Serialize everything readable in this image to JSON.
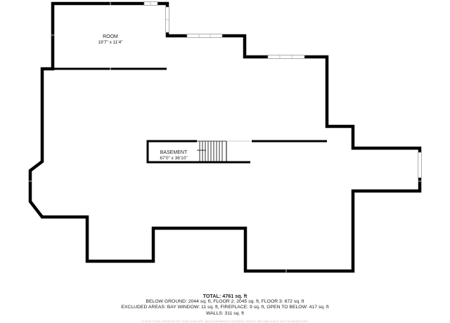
{
  "rooms": [
    {
      "name": "ROOM",
      "dims": "19'7\" x 11'4\""
    },
    {
      "name": "BASEMENT",
      "dims": "67'0\" x 36'10\""
    }
  ],
  "summary": {
    "total_label": "TOTAL:",
    "total_value": "4761 sq. ft",
    "below_ground": "BELOW GROUND: 2044 sq. ft, FLOOR 2: 2045 sq. ft, FLOOR 3: 672 sq. ft",
    "excluded": "EXCLUDED AREAS: BAY WINDOW: 11 sq. ft, FIREPLACE: 9 sq. ft, OPEN TO BELOW: 417 sq. ft",
    "walls": "WALLS: 311 sq. ft",
    "disclaimer": "FLOOR PLAN CREATED BY CUBICASA APP. MEASUREMENTS DEEMED HIGHLY RELIABLE BUT NOT GUARANTEED."
  },
  "colors": {
    "wall": "#000000",
    "window": "#bfbfbf",
    "background": "#ffffff"
  }
}
